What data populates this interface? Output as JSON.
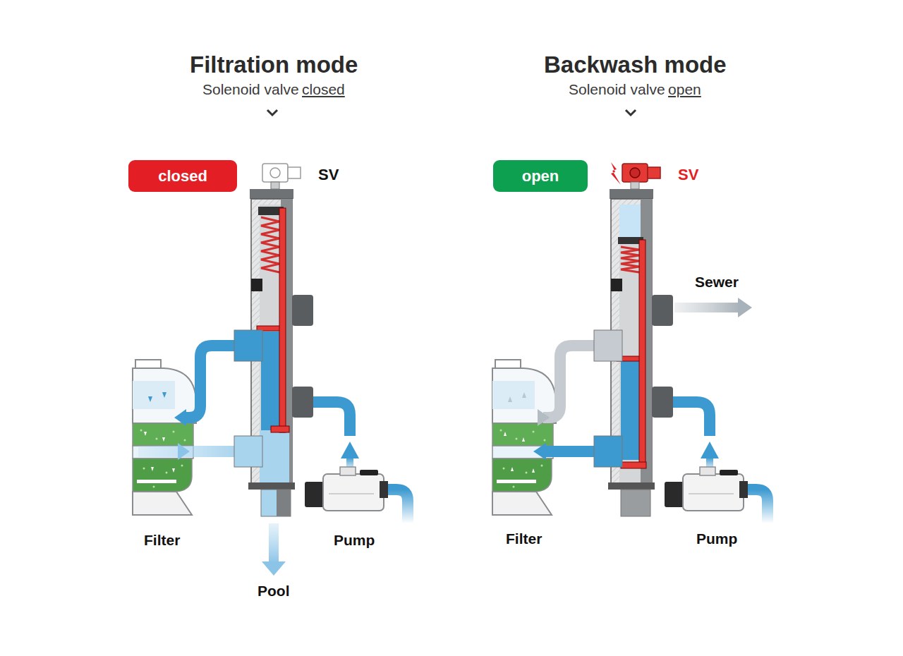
{
  "diagram": {
    "nodes": [
      {
        "text": [
          "closed"
        ]
      },
      {
        "text": [
          "open"
        ]
      }
    ],
    "labels": [
      "Filtration mode",
      "Solenoid valve",
      "closed",
      "Backwash mode",
      "Solenoid valve",
      "open",
      "SV",
      "Filter",
      "Pump",
      "Pool",
      "SV",
      "Sewer",
      "Filter",
      "Pump"
    ]
  }
}
